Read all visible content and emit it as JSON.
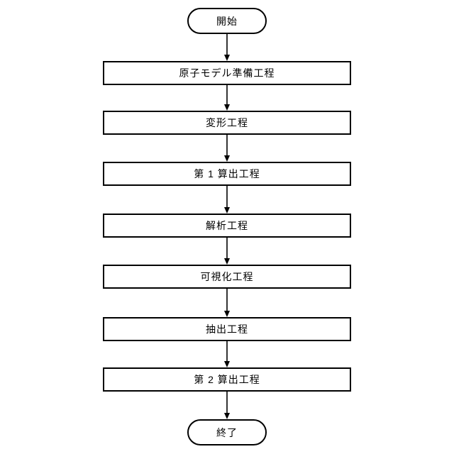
{
  "diagram": {
    "title": "process-flowchart",
    "background_color": "#ffffff",
    "line_color": "#000000",
    "text_color": "#000000",
    "nodes": [
      {
        "id": "start",
        "type": "terminal",
        "label": "開始"
      },
      {
        "id": "step1",
        "type": "process",
        "label": "原子モデル準備工程"
      },
      {
        "id": "step2",
        "type": "process",
        "label": "変形工程"
      },
      {
        "id": "step3",
        "type": "process",
        "label": "第 1 算出工程"
      },
      {
        "id": "step4",
        "type": "process",
        "label": "解析工程"
      },
      {
        "id": "step5",
        "type": "process",
        "label": "可視化工程"
      },
      {
        "id": "step6",
        "type": "process",
        "label": "抽出工程"
      },
      {
        "id": "step7",
        "type": "process",
        "label": "第 2 算出工程"
      },
      {
        "id": "end",
        "type": "terminal",
        "label": "終了"
      }
    ],
    "edges": [
      {
        "from": "start",
        "to": "step1"
      },
      {
        "from": "step1",
        "to": "step2"
      },
      {
        "from": "step2",
        "to": "step3"
      },
      {
        "from": "step3",
        "to": "step4"
      },
      {
        "from": "step4",
        "to": "step5"
      },
      {
        "from": "step5",
        "to": "step6"
      },
      {
        "from": "step6",
        "to": "step7"
      },
      {
        "from": "step7",
        "to": "end"
      }
    ]
  }
}
